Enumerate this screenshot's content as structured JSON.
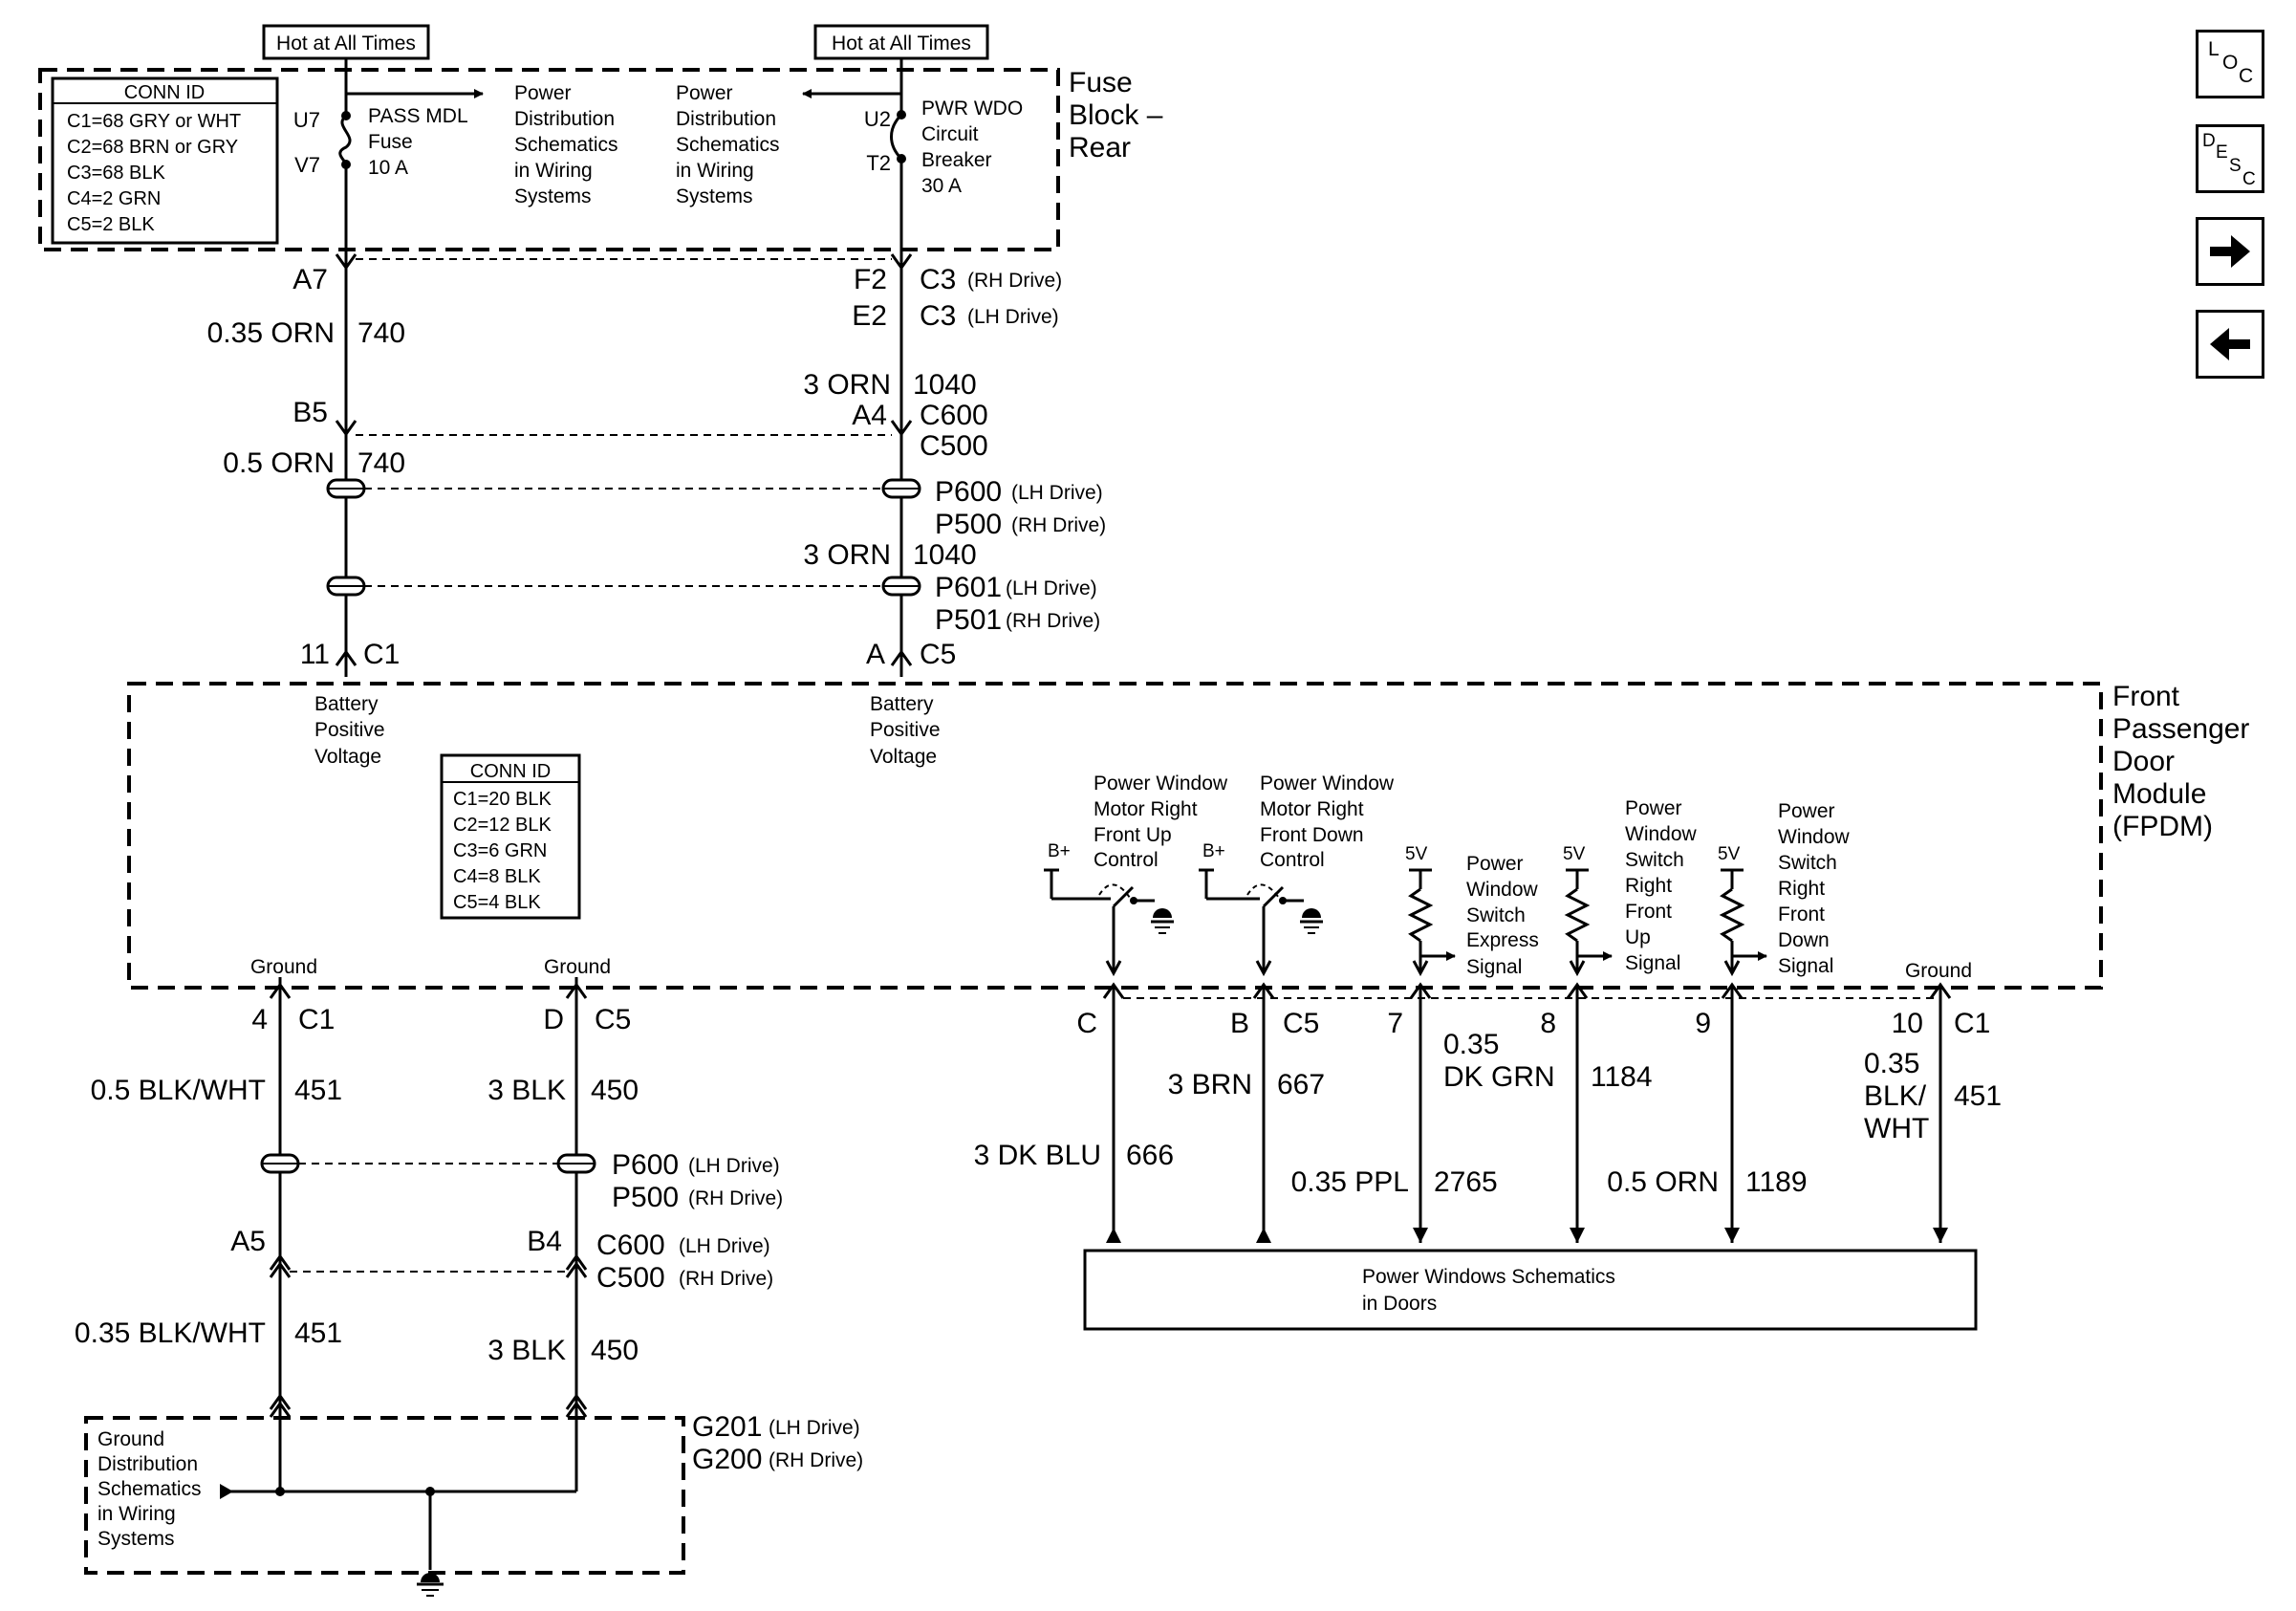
{
  "hot_labels": [
    "Hot at All Times",
    "Hot at All Times"
  ],
  "fuse_block": {
    "title": [
      "Fuse",
      "Block –",
      "Rear"
    ],
    "conn_id_header": "CONN ID",
    "conn_ids": [
      "C1=68 GRY or WHT",
      "C2=68 BRN or GRY",
      "C3=68 BLK",
      "C4=2 GRN",
      "C5=2 BLK"
    ],
    "fuse_terminals": [
      "U7",
      "V7"
    ],
    "fuse_label": [
      "PASS MDL",
      "Fuse",
      "10 A"
    ],
    "pd_ref_left": [
      "Power",
      "Distribution",
      "Schematics",
      "in Wiring",
      "Systems"
    ],
    "pd_ref_right": [
      "Power",
      "Distribution",
      "Schematics",
      "in Wiring",
      "Systems"
    ],
    "cb_terminals": [
      "U2",
      "T2"
    ],
    "cb_label": [
      "PWR WDO",
      "Circuit",
      "Breaker",
      "30 A"
    ]
  },
  "left_circuit": {
    "term_a7": "A7",
    "wire1_gauge": "0.35 ORN",
    "wire1_circuit": "740",
    "term_b5": "B5",
    "wire2_gauge": "0.5 ORN",
    "wire2_circuit": "740",
    "fpdm_pin": "11",
    "fpdm_conn": "C1"
  },
  "right_circuit": {
    "f2": "F2",
    "e2": "E2",
    "c3": "C3",
    "c3b": "C3",
    "rh_drive": "(RH Drive)",
    "lh_drive": "(LH Drive)",
    "wire1_gauge": "3 ORN",
    "wire1_circuit": "1040",
    "a4": "A4",
    "c600": "C600",
    "c500": "C500",
    "p600": "P600",
    "p600_note": "(LH Drive)",
    "p500": "P500",
    "p500_note": "(RH Drive)",
    "wire2_gauge": "3 ORN",
    "wire2_circuit": "1040",
    "p601": "P601",
    "p601_note": "(LH Drive)",
    "p501": "P501",
    "p501_note": "(RH Drive)",
    "fpdm_pin": "A",
    "fpdm_conn": "C5"
  },
  "fpdm": {
    "title": [
      "Front",
      "Passenger",
      "Door",
      "Module",
      "(FPDM)"
    ],
    "battery_label": [
      "Battery",
      "Positive",
      "Voltage"
    ],
    "conn_id_header": "CONN ID",
    "conn_ids": [
      "C1=20 BLK",
      "C2=12 BLK",
      "C3=6 GRN",
      "C4=8 BLK",
      "C5=4 BLK"
    ],
    "ground": "Ground",
    "bplus": "B+",
    "five_v": "5V",
    "up_control": [
      "Power Window",
      "Motor Right",
      "Front Up",
      "Control"
    ],
    "down_control": [
      "Power Window",
      "Motor Right",
      "Front Down",
      "Control"
    ],
    "express_signal": [
      "Power",
      "Window",
      "Switch",
      "Express",
      "Signal"
    ],
    "up_signal": [
      "Power",
      "Window",
      "Switch",
      "Right",
      "Front",
      "Up",
      "Signal"
    ],
    "down_signal": [
      "Power",
      "Window",
      "Switch",
      "Right",
      "Front",
      "Down",
      "Signal"
    ]
  },
  "bottom_left": {
    "pin4": "4",
    "c1": "C1",
    "pinD": "D",
    "c5": "C5",
    "w1_gauge": "0.5 BLK/WHT",
    "w1_circuit": "451",
    "w2_gauge": "3 BLK",
    "w2_circuit": "450",
    "p600": "P600",
    "p600_note": "(LH Drive)",
    "p500": "P500",
    "p500_note": "(RH Drive)",
    "a5": "A5",
    "b4": "B4",
    "c600": "C600",
    "c600_note": "(LH Drive)",
    "c500": "C500",
    "c500_note": "(RH Drive)",
    "w3_gauge": "0.35 BLK/WHT",
    "w3_circuit": "451",
    "w4_gauge": "3 BLK",
    "w4_circuit": "450",
    "g201": "G201",
    "g201_note": "(LH Drive)",
    "g200": "G200",
    "g200_note": "(RH Drive)",
    "ground_dist": [
      "Ground",
      "Distribution",
      "Schematics",
      "in Wiring",
      "Systems"
    ]
  },
  "bottom_right": {
    "pinC": "C",
    "pinB": "B",
    "c5": "C5",
    "pin7": "7",
    "pin8": "8",
    "pin9": "9",
    "pin10": "10",
    "c1": "C1",
    "w666_gauge": "3 DK BLU",
    "w666_circuit": "666",
    "w667_gauge": "3 BRN",
    "w667_circuit": "667",
    "w2765_gauge": "0.35 PPL",
    "w2765_circuit": "2765",
    "w1184_gauge": [
      "0.35",
      "DK GRN"
    ],
    "w1184_circuit": "1184",
    "w1189_gauge": "0.5 ORN",
    "w1189_circuit": "1189",
    "w451_gauge": [
      "0.35",
      "BLK/",
      "WHT"
    ],
    "w451_circuit": "451",
    "pw_box": [
      "Power Windows Schematics",
      "in Doors"
    ]
  },
  "nav": {
    "loc": [
      "L",
      "O",
      "C"
    ],
    "desc": [
      "D",
      "E",
      "S",
      "C"
    ],
    "forward_icon": "arrow-right-icon",
    "back_icon": "arrow-left-icon"
  }
}
